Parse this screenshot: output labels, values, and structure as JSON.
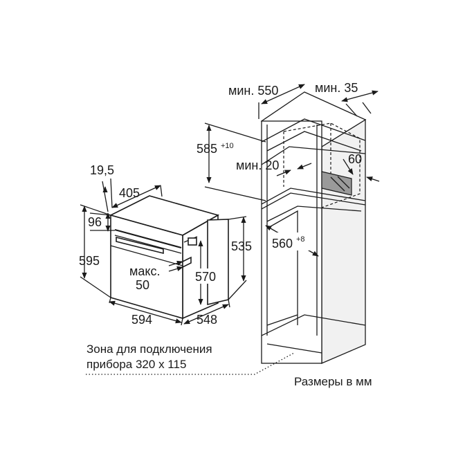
{
  "dimensions": {
    "cabinet_depth_min": "мин. 550",
    "gap_min_35": "мин. 35",
    "opening_height": "585",
    "opening_height_tol": "+10",
    "front_gap_min": "мин. 20",
    "vent_depth": "60",
    "opening_width": "560",
    "opening_width_tol": "+8",
    "top_offset": "19,5",
    "top_depth": "405",
    "handle_offset": "96",
    "oven_height": "595",
    "body_height": "535",
    "body_height_inner": "570",
    "cable_max_label": "макс.",
    "cable_max_value": "50",
    "oven_width": "594",
    "oven_depth": "548"
  },
  "notes": {
    "connection_zone_line1": "Зона для подключения",
    "connection_zone_line2": "прибора 320 x 115",
    "units": "Размеры в мм"
  }
}
